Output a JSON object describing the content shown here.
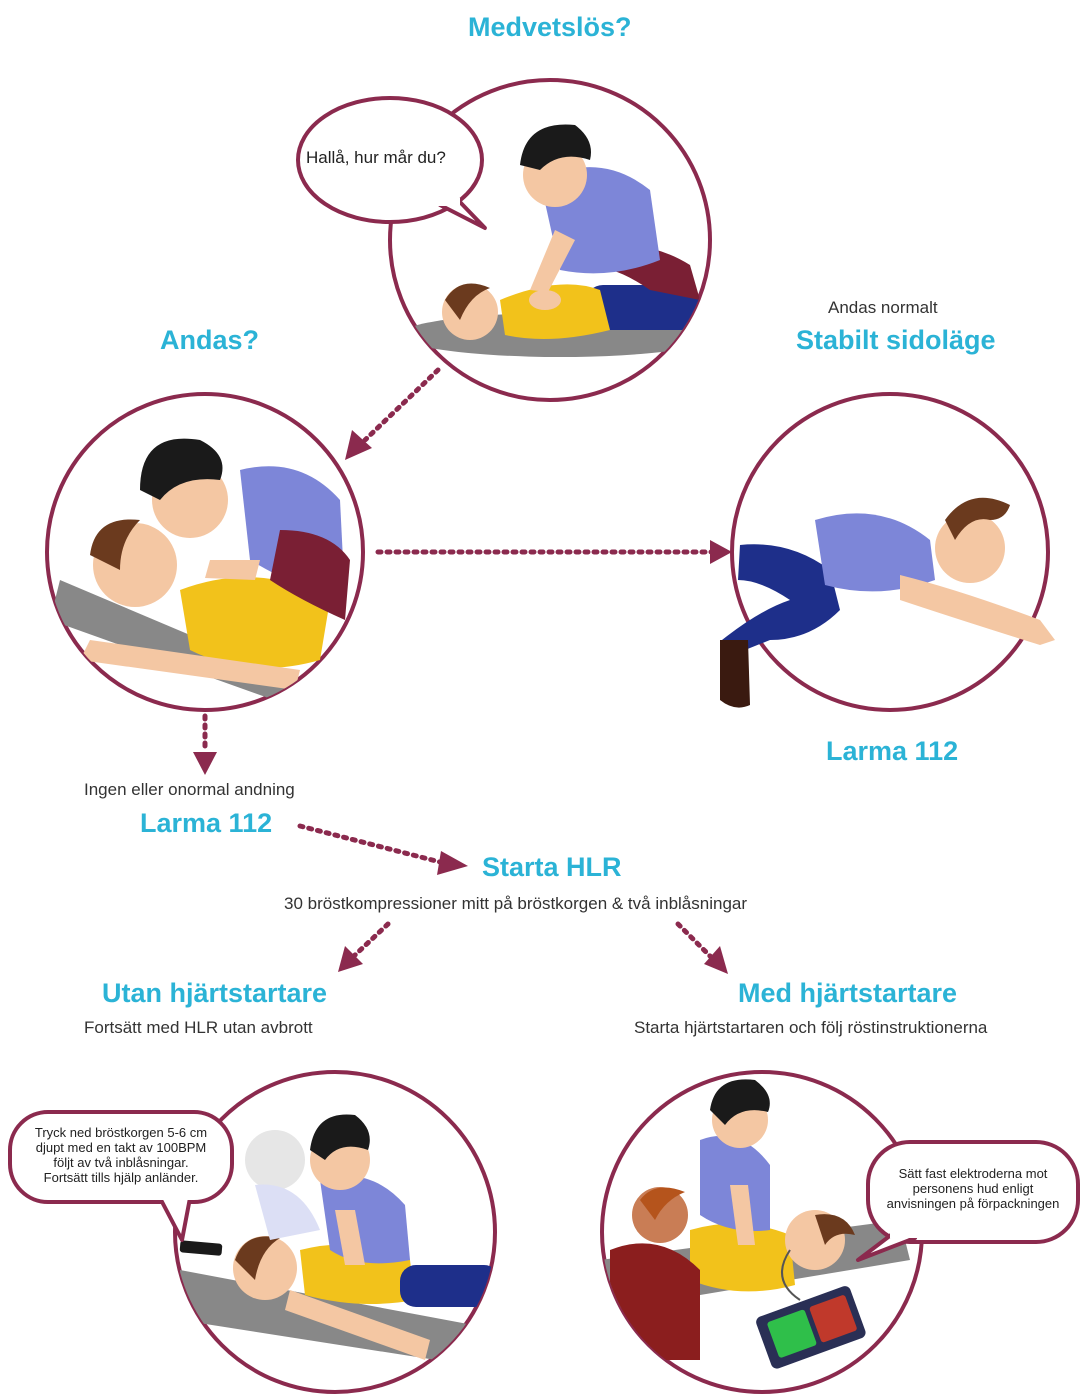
{
  "steps": {
    "unconscious_title": "Medvetslös?",
    "speech_hallo": "Hallå, hur mår du?",
    "breathing_title": "Andas?",
    "normal_breathing_note": "Andas normalt",
    "recovery_position_title": "Stabilt sidoläge",
    "alarm_right": "Larma 112",
    "abnormal_breathing_note": "Ingen eller onormal andning",
    "alarm_left": "Larma 112",
    "start_cpr_title": "Starta HLR",
    "cpr_instructions": "30 bröstkompressioner mitt på bröstkorgen & två inblåsningar",
    "without_aed_title": "Utan hjärtstartare",
    "without_aed_note": "Fortsätt med HLR utan avbrott",
    "with_aed_title": "Med hjärtstartare",
    "with_aed_note": "Starta hjärtstartaren och följ röstinstruktionerna",
    "compression_bubble": [
      "Tryck ned bröstkorgen 5-6 cm",
      "djupt med en takt av 100BPM",
      "följt av två inblåsningar.",
      "Fortsätt tills hjälp anländer."
    ],
    "electrode_bubble": [
      "Sätt fast elektroderna mot",
      "personens hud enligt",
      "anvisningen på förpackningen"
    ]
  },
  "colors": {
    "accent": "#2bb3d6",
    "circle": "#8b2a4e",
    "arrow": "#8b2a4e",
    "text": "#333333"
  }
}
